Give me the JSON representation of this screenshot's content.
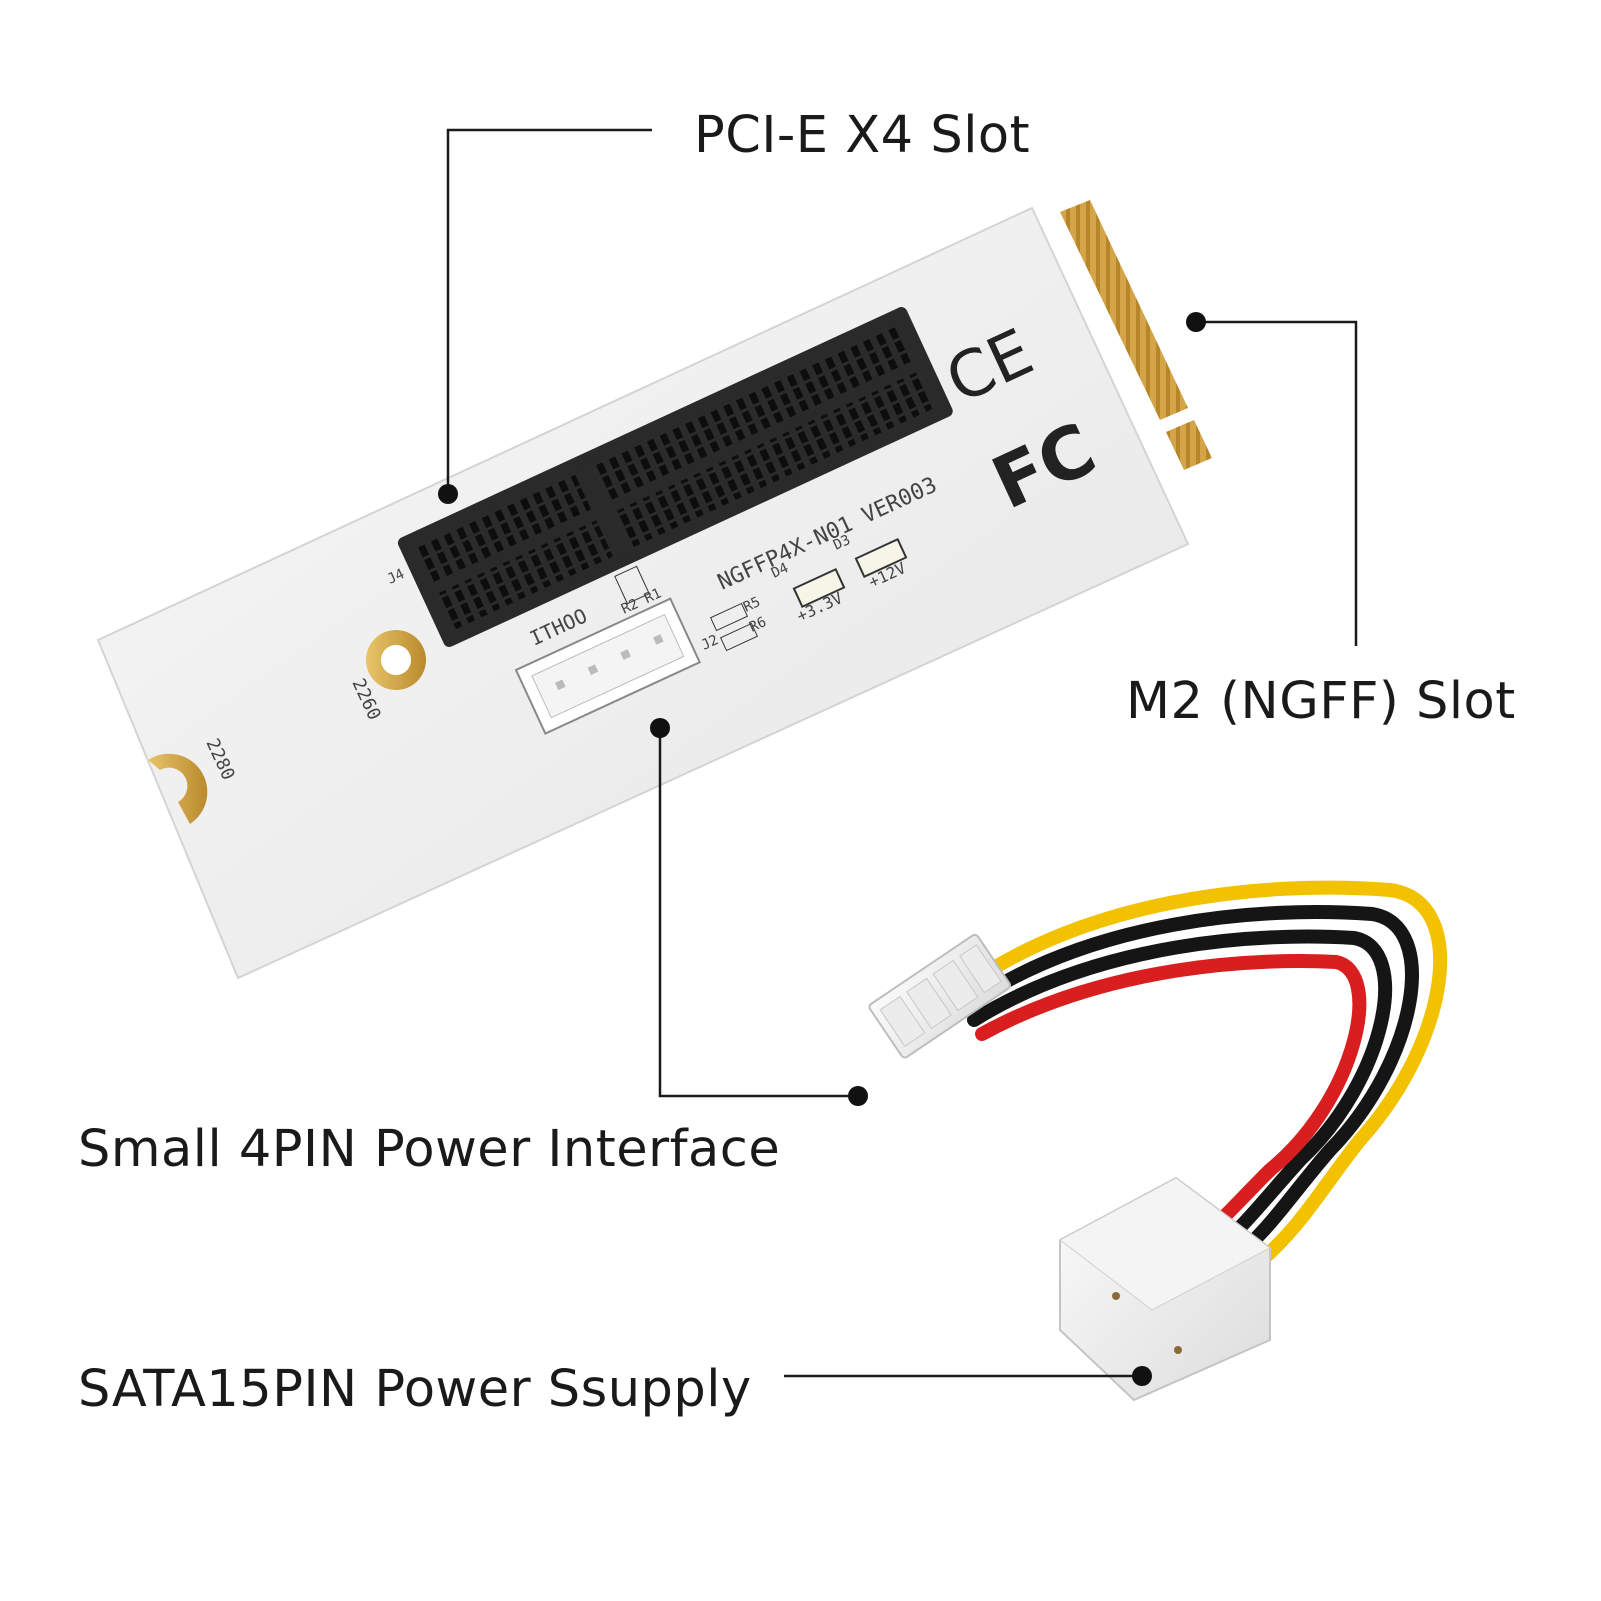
{
  "callouts": {
    "pcie_slot": "PCI-E X4 Slot",
    "m2_slot": "M2 (NGFF) Slot",
    "small_power": "Small 4PIN Power Interface",
    "sata_power": "SATA15PIN Power Ssupply"
  },
  "board_markings": {
    "model": "NGFFP4X-N01 VER003",
    "brand": "ITHOO",
    "d4": "D4",
    "d3": "D3",
    "v33": "+3.3V",
    "v12": "+12V",
    "j4": "J4",
    "j2": "J2",
    "r2r1": "R2 R1",
    "r5": "R5",
    "r6": "R6",
    "size_2260": "2260",
    "size_2280": "2280",
    "ce_mark": "CE",
    "fcc_mark": "FC"
  },
  "icons": [
    "ce-mark-icon",
    "fcc-mark-icon"
  ],
  "colors": {
    "wire_yellow": "#f2c200",
    "wire_black": "#151515",
    "wire_red": "#d81e1e",
    "gold_contact": "#d4a64a",
    "connector_black": "#2a2a2a"
  }
}
